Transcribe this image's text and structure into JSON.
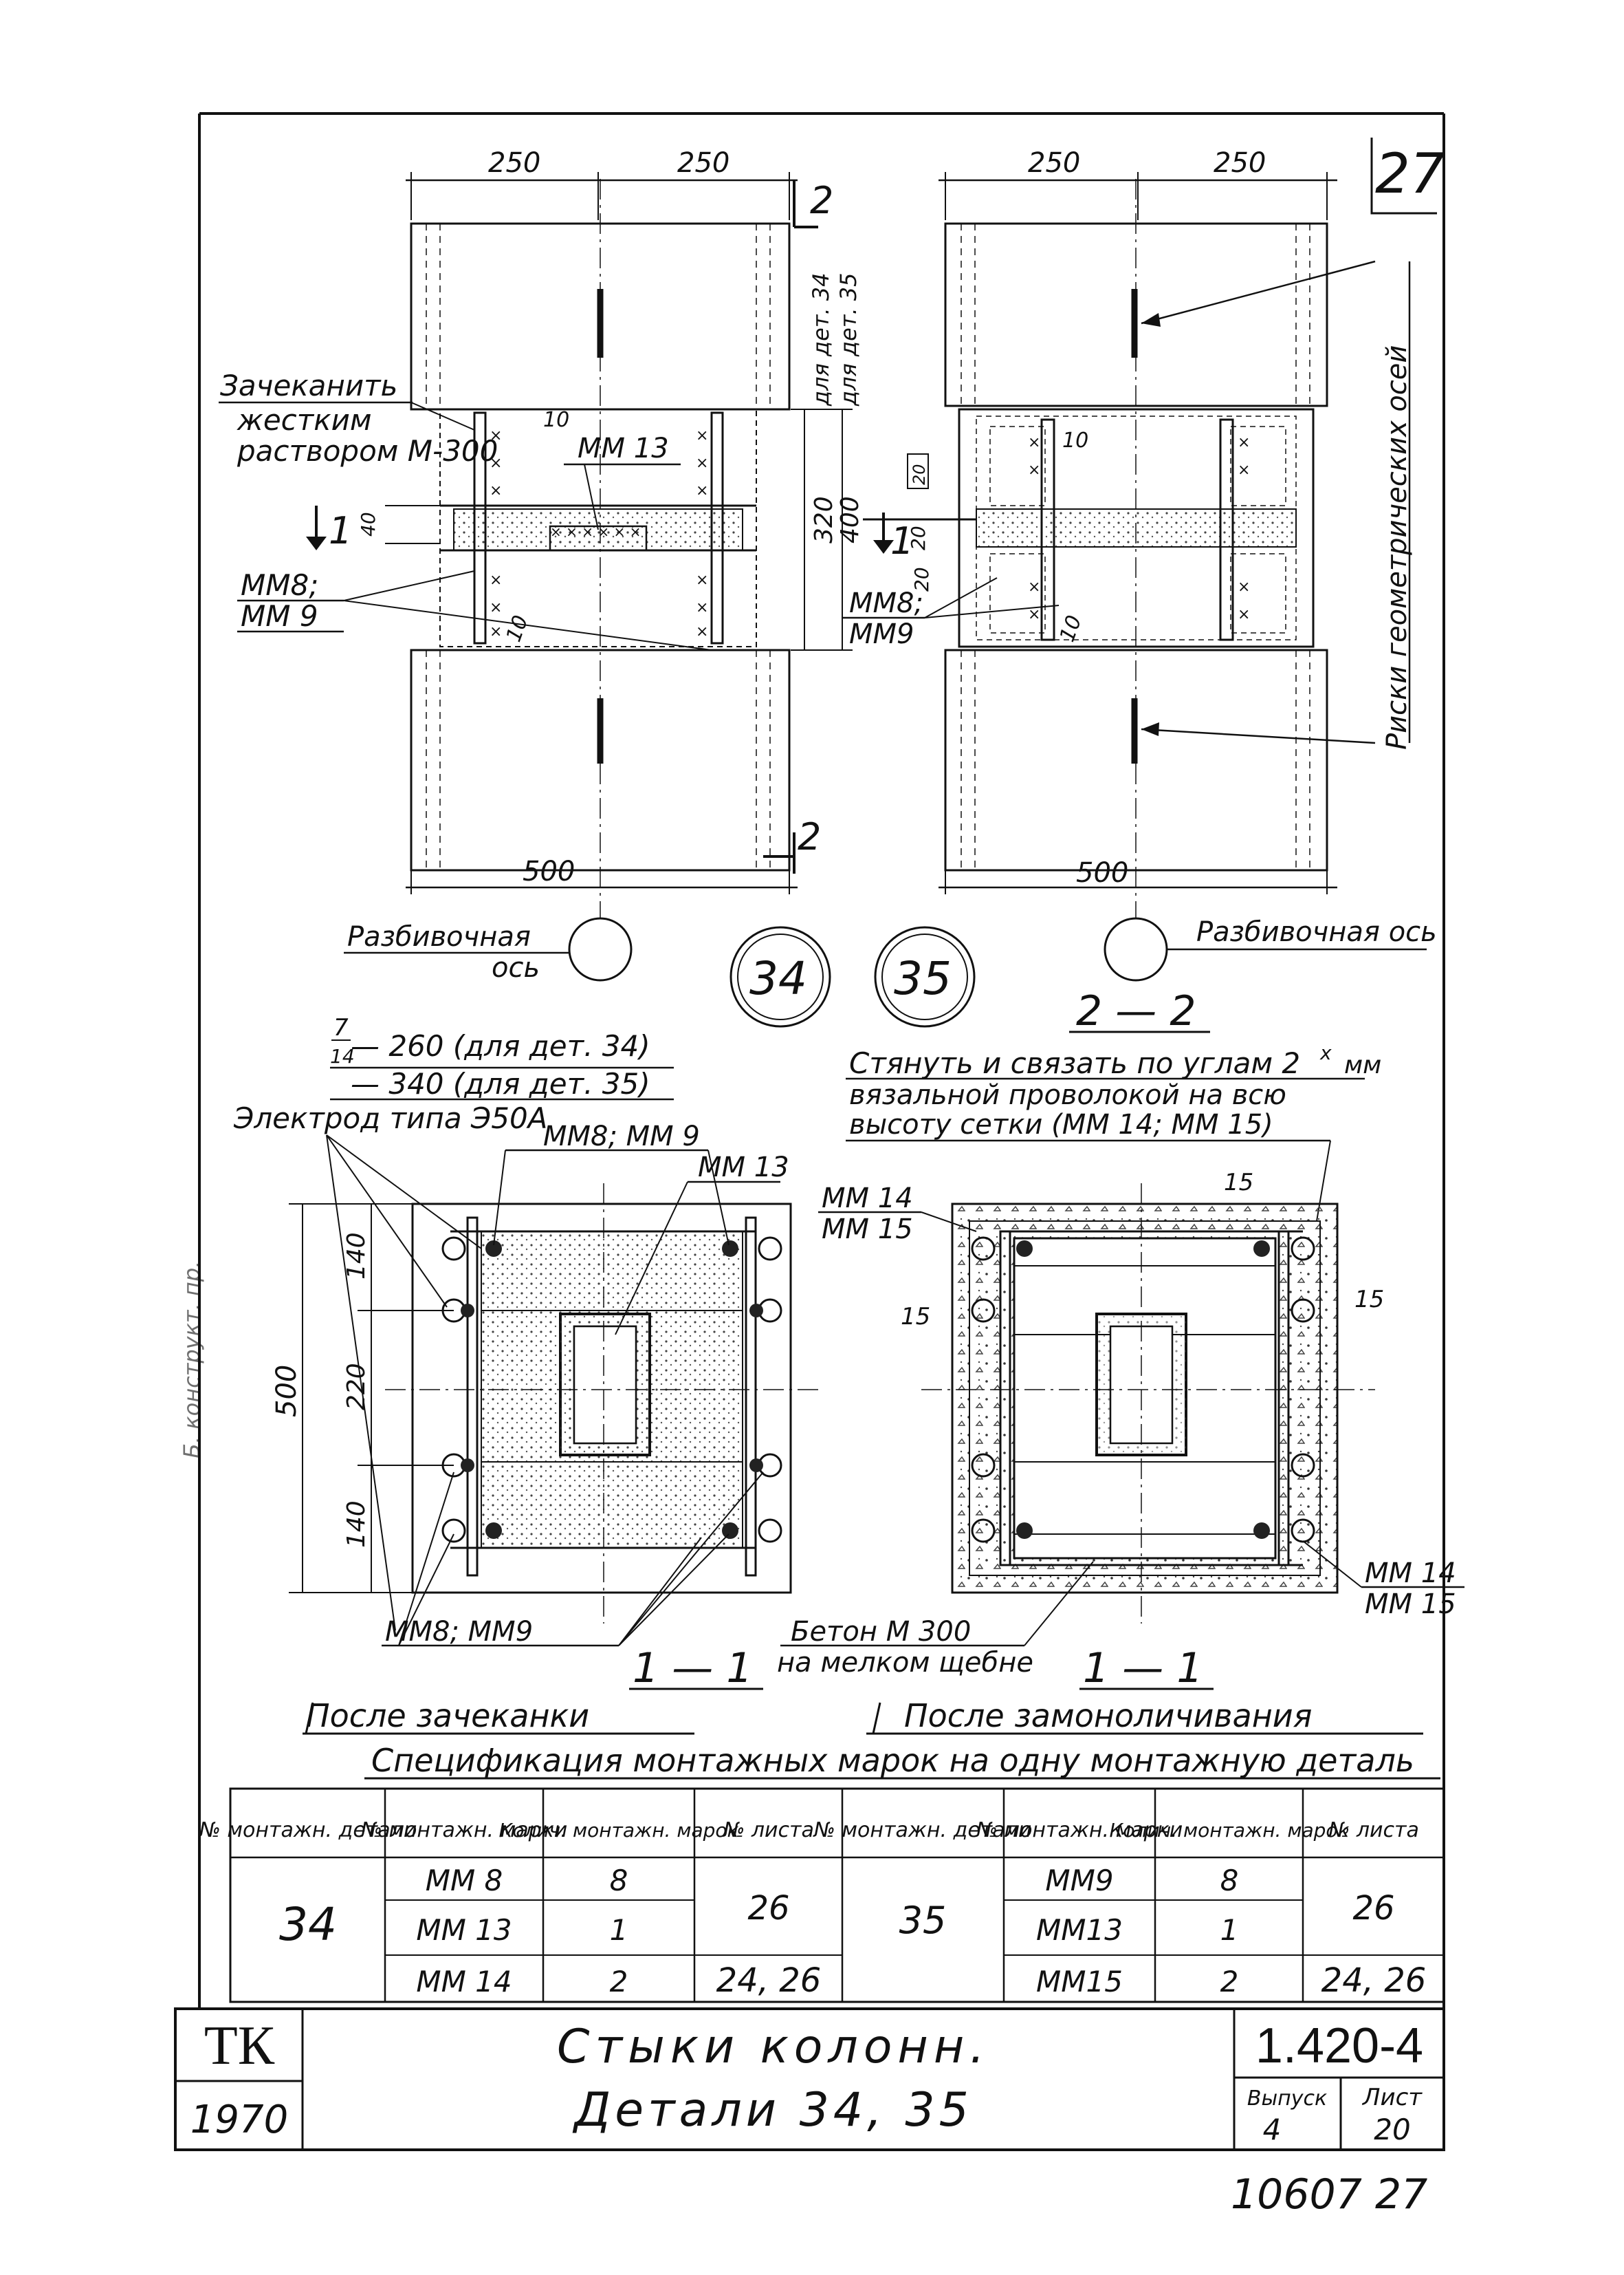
{
  "sheet": {
    "corner_number": "27",
    "bottom_number": "10607  27"
  },
  "top": {
    "dim_250": "250",
    "dim_500": "500",
    "dim_320": "320",
    "dim_400": "400",
    "dim_10": "10",
    "dim_40": "40",
    "dim_2_0": "20",
    "dim_20_box": "20",
    "note_caulk": [
      "Зачеканить",
      "жестким",
      "раствором М-300"
    ],
    "label_mm13": "ММ 13",
    "label_mm8": "ММ8;",
    "label_mm9": "ММ 9",
    "label_mm8b": "ММ8;",
    "label_mm9b": "ММ9",
    "for_det34": "для дет. 34",
    "for_det35": "для дет. 35",
    "section_1": "1",
    "section_2": "2",
    "axis_label": [
      "Разбивочная",
      "ось"
    ],
    "axis_label_right": "Разбивочная ось",
    "geom_marks": "Риски геометрических осей",
    "detail_34": "34",
    "detail_35": "35",
    "section_22": "2 — 2"
  },
  "mid": {
    "note_frac1": "— 260 (для дет. 34)",
    "note_frac2": "— 340 (для дет. 35)",
    "frac_num": "7",
    "frac_den": "14",
    "electrode": "Электрод типа Э50А",
    "mm8mm9": "ММ8; ММ 9",
    "mm13": "ММ 13",
    "dim_140a": "140",
    "dim_220": "220",
    "dim_140b": "140",
    "dim_500": "500",
    "mm8mm9_bottom": "ММ8; ММ9",
    "sec_11": "1 — 1",
    "after_caulk": "После зачеканки",
    "tie_note": [
      "Стянуть и связать по углам 2",
      "мм",
      "вязальной проволокой на всю",
      "высоту сетки (ММ 14; ММ 15)"
    ],
    "tie_sup": "х",
    "mm14": "ММ 14",
    "mm15": "ММ 15",
    "dim_15": "15",
    "concrete": [
      "Бетон М 300",
      "на мелком щебне"
    ],
    "sec_11b": "1 — 1",
    "after_mono": "После замоноличивания",
    "mm14b": "ММ 14",
    "mm15b": "ММ 15"
  },
  "spec": {
    "title": "Спецификация монтажных марок на одну монтажную деталь",
    "headers": [
      "№ монтажн. детали",
      "№ монтажн. марки",
      "Колич. монтажн. марок",
      "№ листа"
    ],
    "left": {
      "detail": "34",
      "rows": [
        [
          "ММ 8",
          "8"
        ],
        [
          "ММ 13",
          "1"
        ],
        [
          "ММ 14",
          "2"
        ]
      ],
      "sheets": [
        "26",
        "24, 26"
      ]
    },
    "right": {
      "detail": "35",
      "rows": [
        [
          "ММ9",
          "8"
        ],
        [
          "ММ13",
          "1"
        ],
        [
          "ММ15",
          "2"
        ]
      ],
      "sheets": [
        "26",
        "24, 26"
      ]
    }
  },
  "title_block": {
    "org": "ТК",
    "year": "1970",
    "title1": "Стыки колонн.",
    "title2": "Детали 34, 35",
    "code": "1.420-4",
    "issue_label": "Выпуск",
    "issue": "4",
    "sheet_label": "Лист",
    "sheet": "20"
  },
  "margin_note": "Б. конструкт. пр."
}
